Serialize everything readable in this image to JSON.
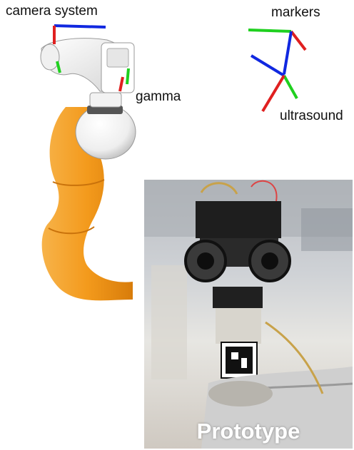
{
  "labels": {
    "camera_system": "camera system",
    "markers": "markers",
    "gamma": "gamma",
    "ultrasound": "ultrasound",
    "prototype": "Prototype"
  },
  "colors": {
    "robot_arm": "#f39a1c",
    "axis_x": "#e02020",
    "axis_y": "#1fd01f",
    "axis_z": "#1028e0",
    "photo_text": "#ffffff"
  }
}
